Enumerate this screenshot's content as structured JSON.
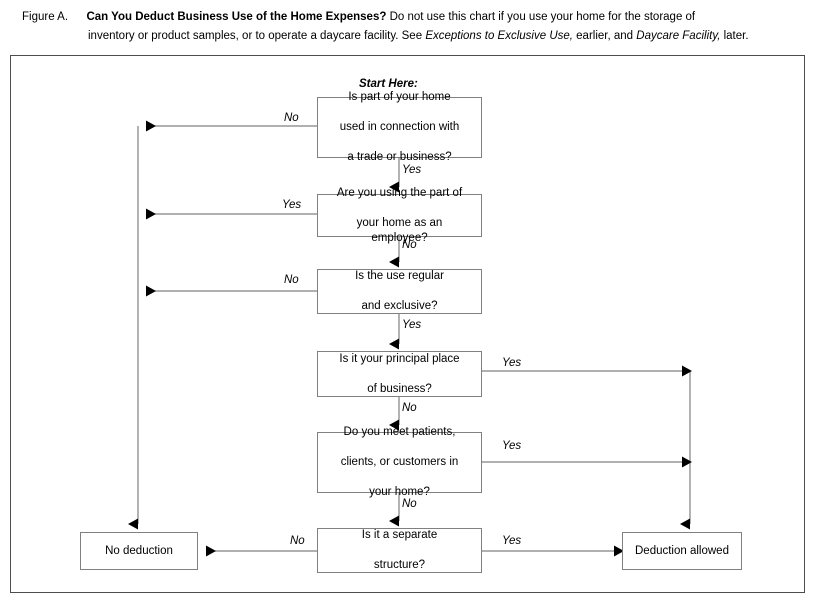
{
  "caption": {
    "figure_label": "Figure A.",
    "title": "Can You Deduct Business Use of the Home Expenses?",
    "desc_part1": " Do not use this chart if you use your home for the storage of",
    "desc_part2": "inventory or product samples, or to operate a daycare facility. ",
    "see_word": "See ",
    "ref1": "Exceptions to Exclusive Use,",
    "mid_text": " earlier, and ",
    "ref2": "Daycare Facility,",
    "end_text": " later."
  },
  "chart_data": {
    "type": "diagram",
    "title": "Can You Deduct Business Use of the Home Expenses?",
    "start_label": "Start Here:",
    "nodes": [
      {
        "id": "start",
        "text": "Is part of your home used in connection with a trade or business?",
        "shape": "process"
      },
      {
        "id": "employee",
        "text": "Are you using the part of your home as an employee?",
        "shape": "process"
      },
      {
        "id": "regular",
        "text": "Is the use regular and exclusive?",
        "shape": "process"
      },
      {
        "id": "principal",
        "text": "Is it your principal place of business?",
        "shape": "process"
      },
      {
        "id": "patients",
        "text": "Do you meet patients, clients, or customers in your home?",
        "shape": "process"
      },
      {
        "id": "separate",
        "text": "Is it a separate structure?",
        "shape": "process"
      },
      {
        "id": "no-deduction",
        "text": "No deduction",
        "shape": "terminal"
      },
      {
        "id": "deduction",
        "text": "Deduction allowed",
        "shape": "terminal"
      }
    ],
    "edges": [
      {
        "from": "start",
        "to": "no-deduction",
        "label": "No"
      },
      {
        "from": "start",
        "to": "employee",
        "label": "Yes"
      },
      {
        "from": "employee",
        "to": "no-deduction",
        "label": "Yes"
      },
      {
        "from": "employee",
        "to": "regular",
        "label": "No"
      },
      {
        "from": "regular",
        "to": "no-deduction",
        "label": "No"
      },
      {
        "from": "regular",
        "to": "principal",
        "label": "Yes"
      },
      {
        "from": "principal",
        "to": "deduction",
        "label": "Yes"
      },
      {
        "from": "principal",
        "to": "patients",
        "label": "No"
      },
      {
        "from": "patients",
        "to": "deduction",
        "label": "Yes"
      },
      {
        "from": "patients",
        "to": "separate",
        "label": "No"
      },
      {
        "from": "separate",
        "to": "no-deduction",
        "label": "No"
      },
      {
        "from": "separate",
        "to": "deduction",
        "label": "Yes"
      }
    ]
  },
  "nodes": {
    "start": {
      "line1": "Is part of your home",
      "line2": "used in connection with",
      "line3": "a trade or business?"
    },
    "employee": {
      "line1": "Are you using the part of",
      "line2": "your home as an employee?"
    },
    "regular": {
      "line1": "Is the use regular",
      "line2": "and exclusive?"
    },
    "principal": {
      "line1": "Is it your principal place",
      "line2": "of business?"
    },
    "patients": {
      "line1": "Do you meet patients,",
      "line2": "clients, or customers in",
      "line3": "your home?"
    },
    "separate": {
      "line1": "Is it a separate",
      "line2": "structure?"
    },
    "no_deduction": {
      "text": "No deduction"
    },
    "deduction_allowed": {
      "text": "Deduction allowed"
    }
  },
  "labels": {
    "start_here": "Start Here:",
    "no_1": "No",
    "yes_1": "Yes",
    "yes_2": "Yes",
    "no_2": "No",
    "no_3": "No",
    "yes_3": "Yes",
    "yes_4": "Yes",
    "no_4": "No",
    "yes_5": "Yes",
    "no_5": "No",
    "no_6": "No",
    "yes_6": "Yes"
  },
  "colors": {
    "line": "#808080",
    "arrow": "#000000",
    "frame": "#4d4d4d",
    "text": "#000000",
    "background": "#ffffff"
  }
}
